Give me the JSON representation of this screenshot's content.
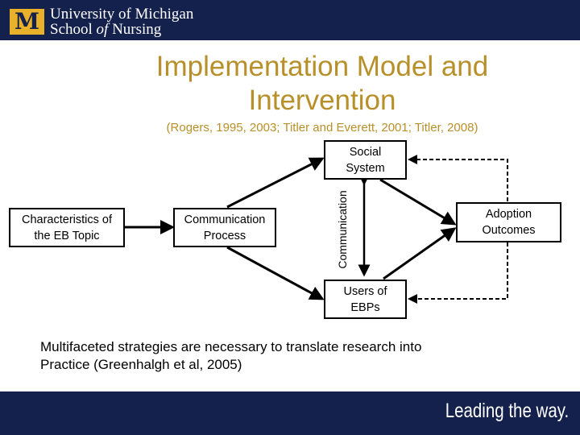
{
  "header": {
    "logo_letter": "M",
    "logo_line1": "University of Michigan",
    "logo_line2_a": "School ",
    "logo_line2_of": "of",
    "logo_line2_b": " Nursing"
  },
  "slide": {
    "title_line1": "Implementation Model and",
    "title_line2": "Intervention",
    "subtitle": "(Rogers, 1995, 2003;  Titler and Everett, 2001; Titler, 2008)"
  },
  "diagram": {
    "nodes": {
      "characteristics": {
        "line1": "Characteristics of",
        "line2": "the EB Topic"
      },
      "communication_process": {
        "line1": "Communication",
        "line2": "Process"
      },
      "social_system": {
        "line1": "Social",
        "line2": "System"
      },
      "users": {
        "line1": "Users of",
        "line2": "EBPs"
      },
      "adoption": {
        "line1": "Adoption",
        "line2": "Outcomes"
      }
    },
    "communication_label": "Communication"
  },
  "body": {
    "text_line1": "Multifaceted strategies are necessary to translate research into",
    "text_line2": "Practice (Greenhalgh et al, 2005)"
  },
  "footer": {
    "tagline": "Leading the way."
  },
  "colors": {
    "navy": "#13214c",
    "maize": "#e8b129",
    "title_gold": "#b8902a"
  }
}
